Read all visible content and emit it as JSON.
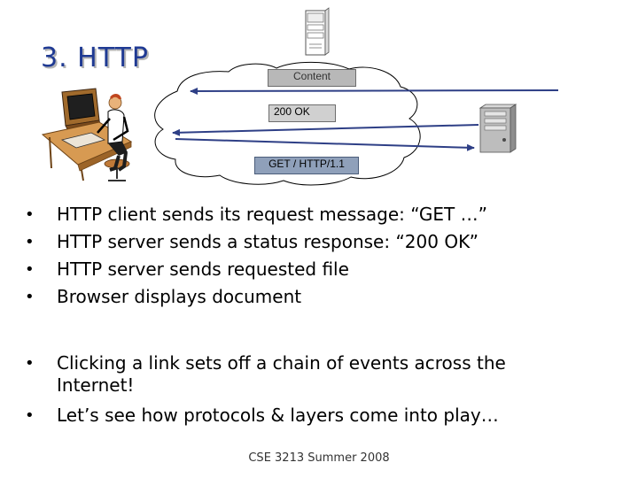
{
  "slide": {
    "title": "3. HTTP",
    "footer": "CSE 3213 Summer 2008"
  },
  "diagram": {
    "labels": {
      "content": "Content",
      "ok": "200 OK",
      "get": "GET / HTTP/1.1"
    },
    "icons": [
      "web-server-tower-icon",
      "person-at-computer-icon",
      "server-tower-icon",
      "internet-cloud-icon"
    ]
  },
  "bullets_primary": [
    "HTTP client sends its request message: “GET …”",
    "HTTP server sends a status response: “200 OK”",
    "HTTP server sends requested file",
    "Browser displays document"
  ],
  "bullets_secondary": [
    "Clicking a link sets off a chain of events across the Internet!",
    "Let’s see how protocols & layers come into play…"
  ],
  "bullet_symbol": "•",
  "colors": {
    "title": "#1f3a93",
    "arrows": "#2e3f86",
    "get_label_bg": "#8fa0ba"
  }
}
